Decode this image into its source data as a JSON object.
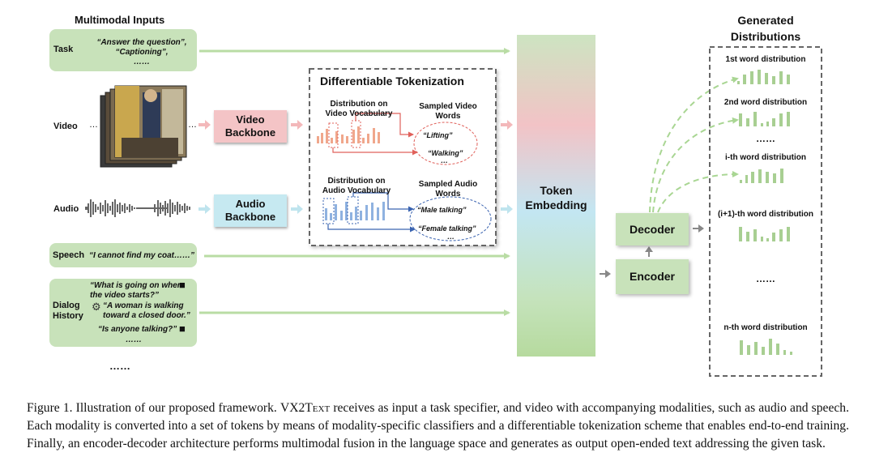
{
  "inputs": {
    "title": "Multimodal Inputs",
    "task": {
      "label": "Task",
      "text1": "“Answer the question”,",
      "text2": "“Captioning”,",
      "text3": "……"
    },
    "video": {
      "label": "Video",
      "ellipsis_left": "…",
      "ellipsis_right": "…"
    },
    "audio": {
      "label": "Audio"
    },
    "speech": {
      "label": "Speech",
      "text": "“I cannot find my coat……”"
    },
    "dialog": {
      "label1": "Dialog",
      "label2": "History",
      "line1": "“What is going on when",
      "line2": "the video starts?”",
      "line3": "“A woman is walking",
      "line4": "toward a closed door.”",
      "line5": "“Is anyone talking?”",
      "line6": "……"
    },
    "more": "……"
  },
  "backbones": {
    "video_line1": "Video",
    "video_line2": "Backbone",
    "audio_line1": "Audio",
    "audio_line2": "Backbone"
  },
  "tokenization": {
    "title": "Differentiable Tokenization",
    "video_dist_line1": "Distribution on",
    "video_dist_line2": "Video Vocabulary",
    "video_words_line1": "Sampled Video",
    "video_words_line2": "Words",
    "video_word1": "“Lifting”",
    "video_word2": "“Walking”",
    "video_more": "…",
    "audio_dist_line1": "Distribution on",
    "audio_dist_line2": "Audio Vocabulary",
    "audio_words_line1": "Sampled Audio",
    "audio_words_line2": "Words",
    "audio_word1": "“Male talking”",
    "audio_word2": "“Female talking”",
    "audio_more": "…"
  },
  "token_embedding": {
    "line1": "Token",
    "line2": "Embedding"
  },
  "encoder": "Encoder",
  "decoder": "Decoder",
  "outputs": {
    "title_line1": "Generated",
    "title_line2": "Distributions",
    "d1": "1st word distribution",
    "d2": "2nd word distribution",
    "dots1": "……",
    "d3": "i-th word distribution",
    "d4": "(i+1)-th word distribution",
    "dots2": "……",
    "d5": "n-th word distribution"
  },
  "caption": {
    "prefix": "Figure 1. Illustration of our proposed framework.",
    "name": "VX2Text",
    "rest": "receives as input a task specifier, and video with accompanying modalities, such as audio and speech. Each modality is converted into a set of tokens by means of modality-specific classifiers and a differentiable tokenization scheme that enables end-to-end training. Finally, an encoder-decoder architecture performs multimodal fusion in the language space and generates as output open-ended text addressing the given task."
  },
  "colors": {
    "green": "#c8e2ba",
    "pink": "#f4c4c6",
    "cyan": "#c6e9f1",
    "arrow_green": "#b9dca4",
    "video_bar": "#f0a78c",
    "audio_bar": "#8fb2e0",
    "dist_bar": "#a8cf92"
  }
}
